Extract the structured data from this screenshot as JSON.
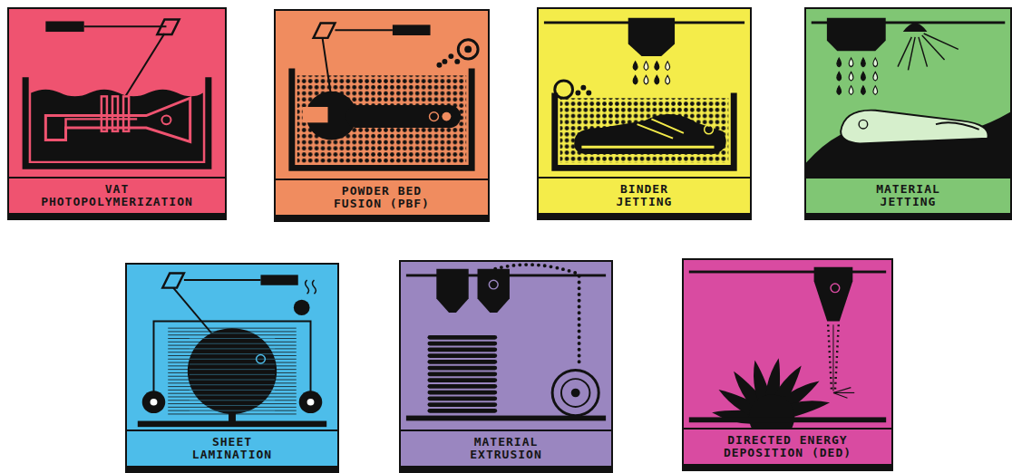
{
  "diagram": {
    "nodes": [
      {
        "text": [
          "VAT PHOTOPOLYMERIZATION"
        ]
      },
      {
        "text": [
          "POWDER BED FUSION (PBF)"
        ]
      },
      {
        "text": [
          "BINDER JETTING"
        ]
      },
      {
        "text": [
          "MATERIAL JETTING"
        ]
      },
      {
        "text": [
          "SHEET LAMINATION"
        ]
      },
      {
        "text": [
          "MATERIAL EXTRUSION"
        ]
      },
      {
        "text": [
          "DIRECTED ENERGY DEPOSITION (DED)"
        ]
      }
    ]
  }
}
